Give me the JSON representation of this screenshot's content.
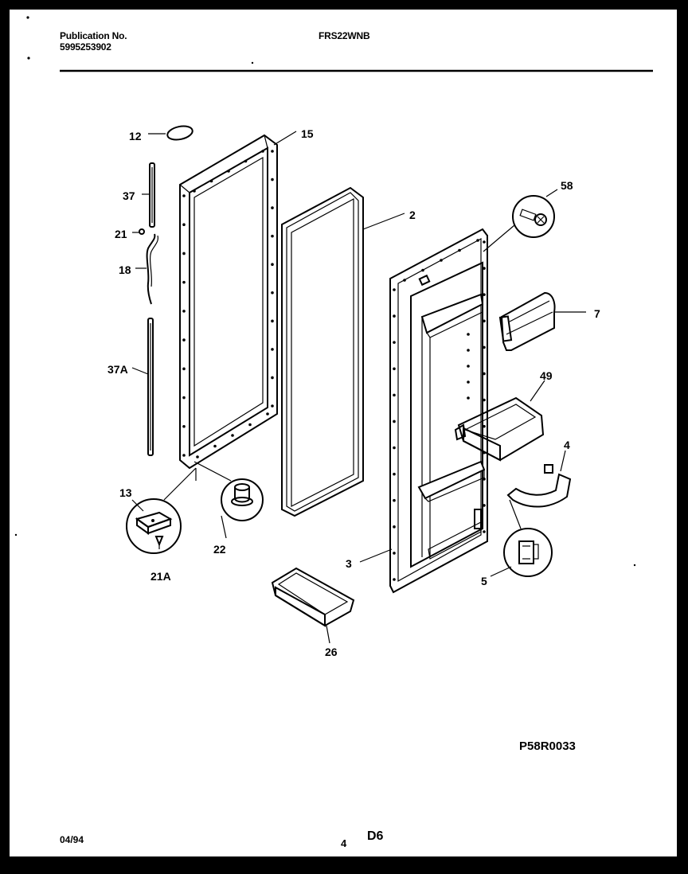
{
  "header": {
    "publication_label": "Publication No.",
    "publication_number": "5995253902",
    "model": "FRS22WNB"
  },
  "callouts": {
    "c12": "12",
    "c15": "15",
    "c37": "37",
    "c21": "21",
    "c18": "18",
    "c37a": "37A",
    "c2": "2",
    "c58": "58",
    "c7": "7",
    "c49": "49",
    "c4": "4",
    "c13": "13",
    "c22": "22",
    "c21a": "21A",
    "c3": "3",
    "c5": "5",
    "c26": "26"
  },
  "figure_code": "P58R0033",
  "footer": {
    "date": "04/94",
    "page": "4",
    "section": "D6"
  }
}
